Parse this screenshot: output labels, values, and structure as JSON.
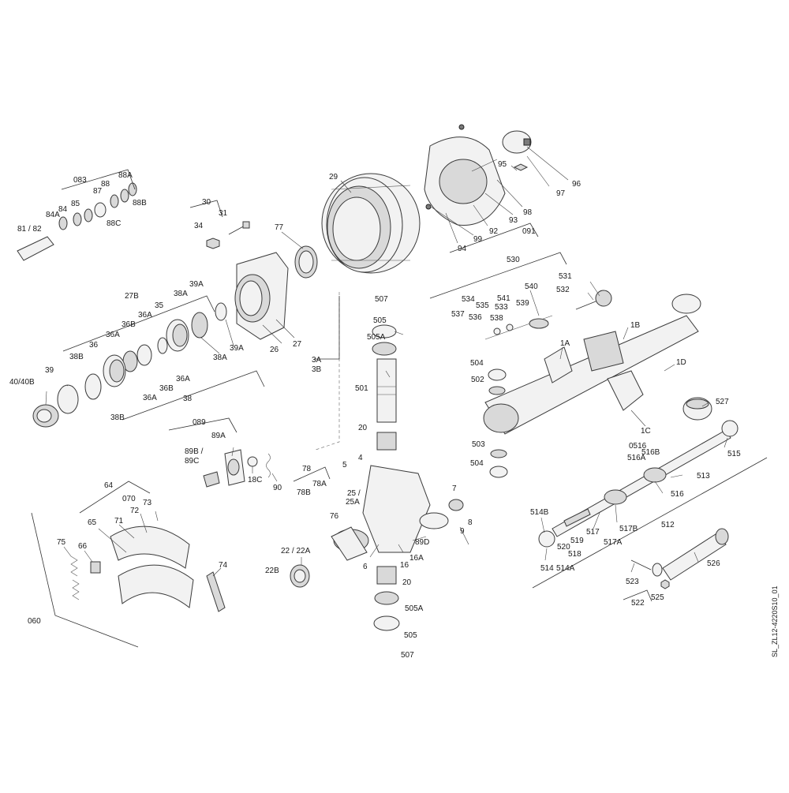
{
  "drawing_id": "SL_ZL12-4220S10_01",
  "labels": {
    "l_29": "29",
    "l_30": "30",
    "l_31": "31",
    "l_34": "34",
    "l_77": "77",
    "l_95": "95",
    "l_96": "96",
    "l_97": "97",
    "l_93": "93",
    "l_98": "98",
    "l_091": "091",
    "l_92": "92",
    "l_99": "99",
    "l_94": "94",
    "l_083": "083",
    "l_88A": "88A",
    "l_88": "88",
    "l_87": "87",
    "l_88B": "88B",
    "l_84A": "84A",
    "l_84": "84",
    "l_85": "85",
    "l_88C": "88C",
    "l_8182": "81 / 82",
    "l_27B": "27B",
    "l_39A_top": "39A",
    "l_38A_top": "38A",
    "l_35": "35",
    "l_36A_1": "36A",
    "l_36B_1": "36B",
    "l_36A_2": "36A",
    "l_36": "36",
    "l_38B_top": "38B",
    "l_39": "39",
    "l_4040B": "40/40B",
    "l_38B_bot": "38B",
    "l_36A_3": "36A",
    "l_36B_2": "36B",
    "l_36A_4": "36A",
    "l_38": "38",
    "l_38A_bot": "38A",
    "l_39A_bot": "39A",
    "l_26": "26",
    "l_27": "27",
    "l_507_top": "507",
    "l_505_top": "505",
    "l_505A_top": "505A",
    "l_3A": "3A",
    "l_3B": "3B",
    "l_501": "501",
    "l_20_top": "20",
    "l_4": "4",
    "l_5": "5",
    "l_2525A": "25 /\n25A",
    "l_76": "76",
    "l_7": "7",
    "l_8": "8",
    "l_9": "9",
    "l_89D": "89D",
    "l_16A": "16A",
    "l_16": "16",
    "l_6": "6",
    "l_20_bot": "20",
    "l_505A_bot": "505A",
    "l_505_bot": "505",
    "l_507_bot": "507",
    "l_2222A": "22 / 22A",
    "l_22B": "22B",
    "l_78": "78",
    "l_78A": "78A",
    "l_78B": "78B",
    "l_089": "089",
    "l_89A": "89A",
    "l_89B89C": "89B /\n89C",
    "l_18C": "18C",
    "l_90": "90",
    "l_64": "64",
    "l_070": "070",
    "l_73": "73",
    "l_72": "72",
    "l_71": "71",
    "l_65": "65",
    "l_75": "75",
    "l_66": "66",
    "l_74": "74",
    "l_060": "060",
    "l_530": "530",
    "l_531": "531",
    "l_532": "532",
    "l_540": "540",
    "l_534": "534",
    "l_535": "535",
    "l_541": "541",
    "l_533": "533",
    "l_539": "539",
    "l_537": "537",
    "l_536": "536",
    "l_538": "538",
    "l_1B": "1B",
    "l_1A": "1A",
    "l_1D": "1D",
    "l_504_top": "504",
    "l_502": "502",
    "l_527": "527",
    "l_1C": "1C",
    "l_503": "503",
    "l_504_bot": "504",
    "l_0516": "0516",
    "l_516B": "516B",
    "l_516A": "516A",
    "l_515": "515",
    "l_513": "513",
    "l_516": "516",
    "l_512": "512",
    "l_514B": "514B",
    "l_517": "517",
    "l_517B": "517B",
    "l_519": "519",
    "l_520": "520",
    "l_518": "518",
    "l_517A": "517A",
    "l_514": "514",
    "l_514A": "514A",
    "l_526": "526",
    "l_523": "523",
    "l_525": "525",
    "l_522": "522"
  }
}
